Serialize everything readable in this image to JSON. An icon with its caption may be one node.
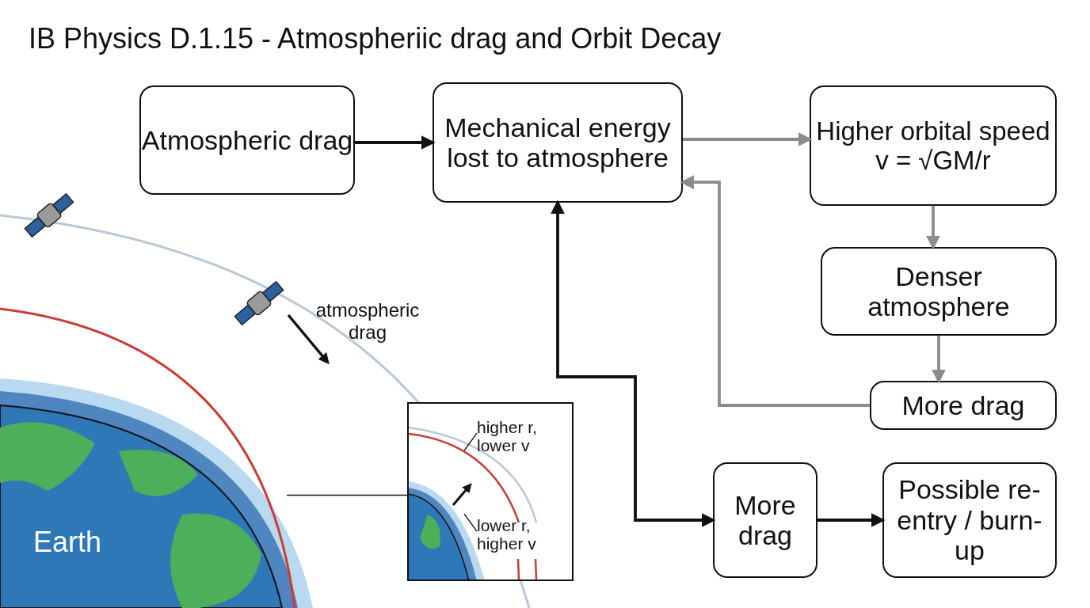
{
  "diagram": {
    "title": "IB Physics D.1.15 - Atmospheriic drag and Orbit Decay",
    "nodes": [
      {
        "text": [
          "Atmospheric drag"
        ]
      },
      {
        "text": [
          "Mechanical energy lost to atmosphere"
        ]
      },
      {
        "text": [
          "Higher orbital speed",
          "v = √GM/r"
        ]
      },
      {
        "text": [
          "Denser atmosphere"
        ]
      },
      {
        "text": [
          "More drag"
        ]
      },
      {
        "text": [
          "More drag"
        ]
      },
      {
        "text": [
          "Possible re-entry / burn-up"
        ]
      },
      {
        "text": [],
        "shape": "picture"
      },
      {
        "text": [
          "higher r, lower v"
        ],
        "in": 7
      },
      {
        "text": [
          "lower r, higher v"
        ],
        "in": 7
      }
    ],
    "edges": [
      {
        "from": 0,
        "to": 1,
        "arrow": "to"
      },
      {
        "from": 1,
        "to": 2,
        "arrow": "to",
        "color": "#8c8c8c"
      },
      {
        "from": 2,
        "to": 3,
        "arrow": "to",
        "color": "#8c8c8c"
      },
      {
        "from": 3,
        "to": 4,
        "arrow": "to",
        "color": "#8c8c8c"
      },
      {
        "from": 4,
        "to": 1,
        "arrow": "to",
        "color": "#8c8c8c"
      },
      {
        "from": 1,
        "to": 5,
        "arrow": "both"
      },
      {
        "from": 5,
        "to": 6,
        "arrow": "to"
      },
      {
        "from": 8,
        "to": null,
        "arrow": "none"
      },
      {
        "from": 9,
        "to": null,
        "arrow": "none"
      },
      {
        "from": null,
        "to": 7,
        "arrow": "none"
      }
    ],
    "labels": [
      "atmospheric drag",
      "Earth"
    ]
  }
}
